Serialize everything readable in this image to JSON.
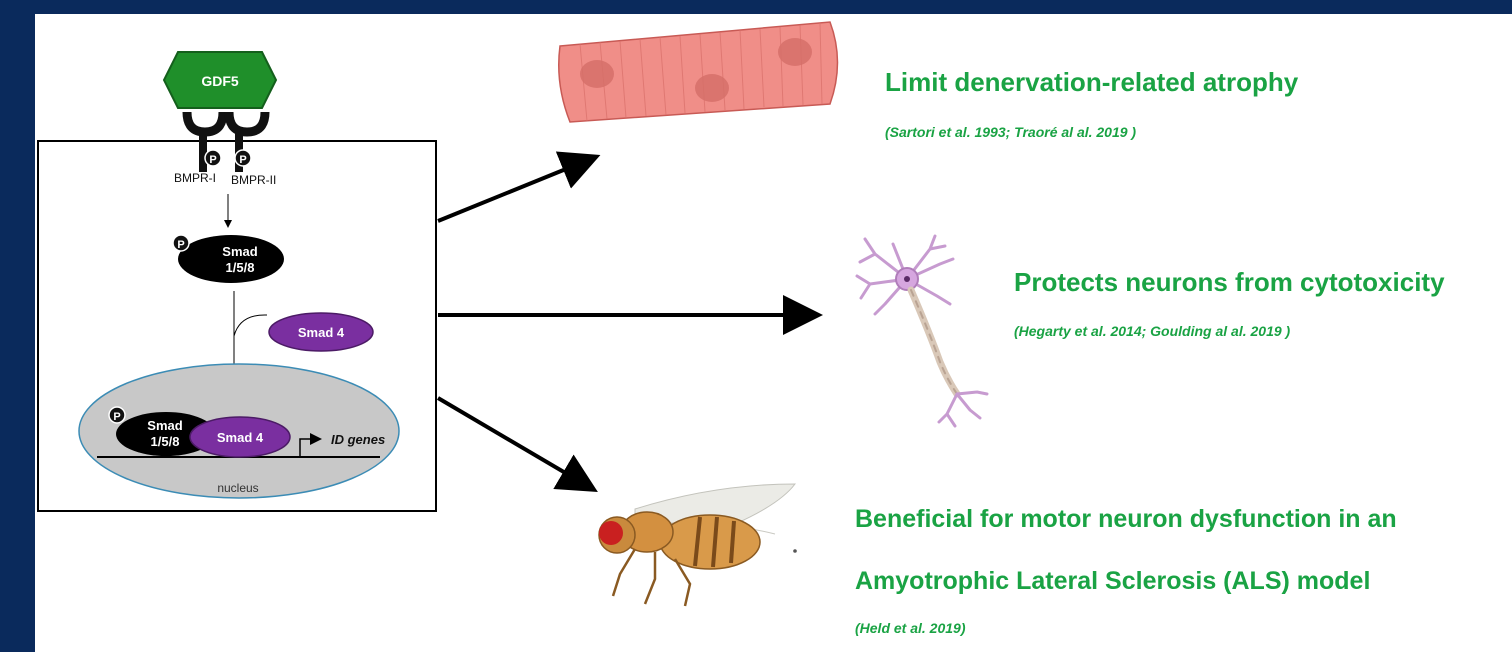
{
  "pathway": {
    "ligand": "GDF5",
    "receptor_1": "BMPR-I",
    "receptor_2": "BMPR-II",
    "phospho": "P",
    "smad158_line1": "Smad",
    "smad158_line2": "1/5/8",
    "smad4": "Smad 4",
    "id_genes": "ID genes",
    "nucleus": "nucleus"
  },
  "outcomes": [
    {
      "title": "Limit denervation-related atrophy",
      "citation": "(Sartori et al. 1993; Traoré al al. 2019 )"
    },
    {
      "title": "Protects neurons from cytotoxicity",
      "citation": "(Hegarty et al. 2014; Goulding al al. 2019 )"
    },
    {
      "title": "Beneficial for motor neuron dysfunction in an",
      "title_line2": "Amyotrophic Lateral Sclerosis (ALS) model",
      "citation": "(Held et al. 2019)"
    }
  ],
  "colors": {
    "background": "#0a2a5c",
    "text_green": "#1aa344",
    "gdf5_green": "#1f8f2a",
    "smad4_purple": "#7a2fa0",
    "nucleus_gray": "#c8c8c8"
  }
}
